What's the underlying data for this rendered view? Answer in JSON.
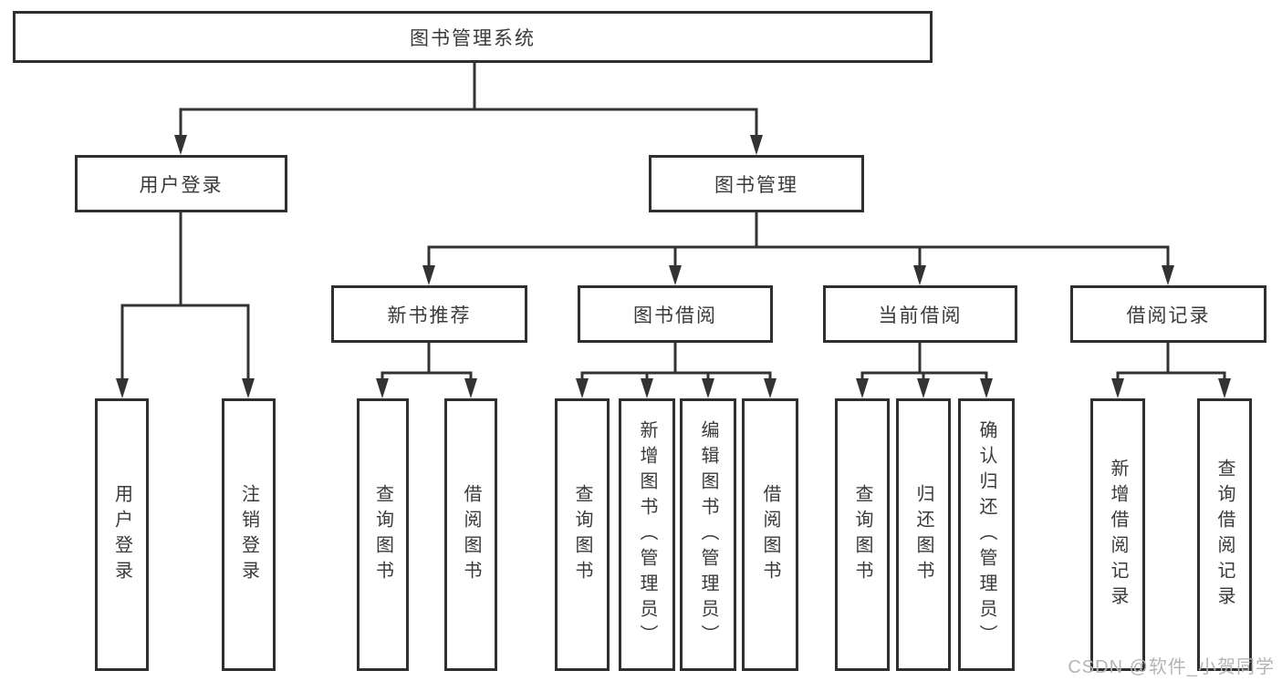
{
  "nodes": {
    "root": "图书管理系统",
    "user_login": "用户登录",
    "book_mgmt": "图书管理",
    "new_book_rec": "新书推荐",
    "book_borrow": "图书借阅",
    "current_borrow": "当前借阅",
    "borrow_records": "借阅记录",
    "leaf_user_login": "用户登录",
    "leaf_logout": "注销登录",
    "leaf_query_book_1": "查询图书",
    "leaf_borrow_book_1": "借阅图书",
    "leaf_query_book_2": "查询图书",
    "leaf_add_book_admin": "新增图书（管理员）",
    "leaf_edit_book_admin": "编辑图书（管理员）",
    "leaf_borrow_book_2": "借阅图书",
    "leaf_query_book_3": "查询图书",
    "leaf_return_book": "归还图书",
    "leaf_confirm_return_admin": "确认归还（管理员）",
    "leaf_add_borrow_record": "新增借阅记录",
    "leaf_query_borrow_record": "查询借阅记录"
  },
  "hierarchy": {
    "图书管理系统": {
      "用户登录": [
        "用户登录",
        "注销登录"
      ],
      "图书管理": {
        "新书推荐": [
          "查询图书",
          "借阅图书"
        ],
        "图书借阅": [
          "查询图书",
          "新增图书（管理员）",
          "编辑图书（管理员）",
          "借阅图书"
        ],
        "当前借阅": [
          "查询图书",
          "归还图书",
          "确认归还（管理员）"
        ],
        "借阅记录": [
          "新增借阅记录",
          "查询借阅记录"
        ]
      }
    }
  },
  "watermark": "CSDN @软件_小贺同学",
  "colors": {
    "line": "#333333",
    "box_border": "#2f2f2f",
    "text": "#3a3a3a",
    "background": "#ffffff",
    "watermark": "#b5b5b5"
  }
}
